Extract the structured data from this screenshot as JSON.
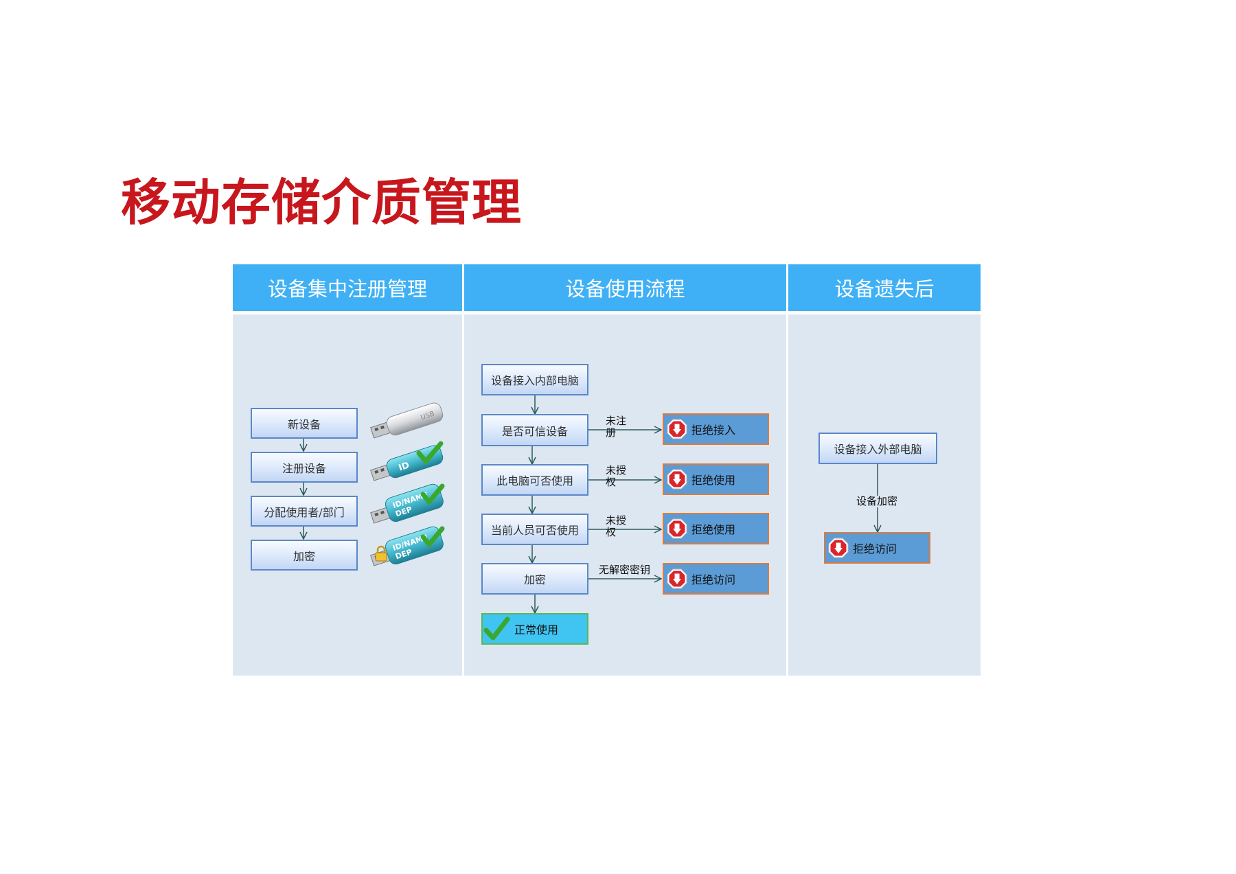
{
  "page_title": "移动存储介质管理",
  "columns": [
    {
      "title": "设备集中注册管理"
    },
    {
      "title": "设备使用流程"
    },
    {
      "title": "设备遗失后"
    }
  ],
  "registration": {
    "steps": [
      "新设备",
      "注册设备",
      "分配使用者/部门",
      "加密"
    ],
    "usb_labels": {
      "usb1": "USB",
      "usb2": "ID",
      "usb3_line1": "ID/NAME",
      "usb3_line2": "DEP",
      "usb4_line1": "ID/NAME",
      "usb4_line2": "DEP"
    }
  },
  "usage_flow": {
    "steps": [
      "设备接入内部电脑",
      "是否可信设备",
      "此电脑可否使用",
      "当前人员可否使用",
      "加密"
    ],
    "branches": [
      {
        "condition": [
          "未注",
          "册"
        ],
        "result": "拒绝接入"
      },
      {
        "condition": [
          "未授",
          "权"
        ],
        "result": "拒绝使用"
      },
      {
        "condition": [
          "未授",
          "权"
        ],
        "result": "拒绝使用"
      },
      {
        "condition": [
          "无解密密钥"
        ],
        "result": "拒绝访问"
      }
    ],
    "final": "正常使用"
  },
  "lost_device": {
    "step": "设备接入外部电脑",
    "edge_label": "设备加密",
    "result": "拒绝访问"
  },
  "colors": {
    "title": "#c8161d",
    "header": "#3fb0f5",
    "panel": "#dde7f2",
    "deny_fill": "#5b9bd6",
    "ok_fill": "#40c4f2"
  }
}
